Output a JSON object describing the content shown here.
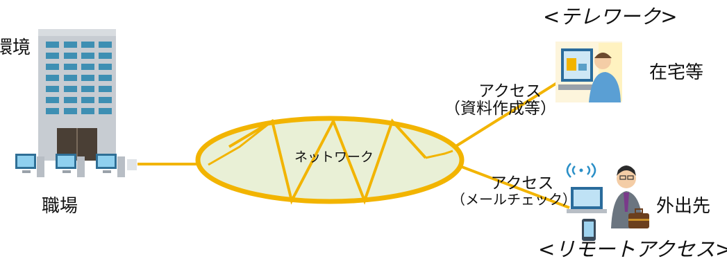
{
  "diagram": {
    "top_edge_text": "環境",
    "workplace": {
      "label": "職場"
    },
    "network": {
      "label": "ネットワーク"
    },
    "telework": {
      "heading": "<テレワーク>",
      "place_label": "在宅等",
      "access_label": "アクセス",
      "access_detail": "（資料作成等）"
    },
    "remote_access": {
      "heading": "<リモートアクセス>",
      "place_label": "外出先",
      "access_label": "アクセス",
      "access_detail": "（メールチェック）"
    },
    "colors": {
      "link": "#f2b400",
      "ellipse_fill": "#e9f0d6",
      "building": "#c7ccd2",
      "window": "#3e8fb3"
    }
  }
}
